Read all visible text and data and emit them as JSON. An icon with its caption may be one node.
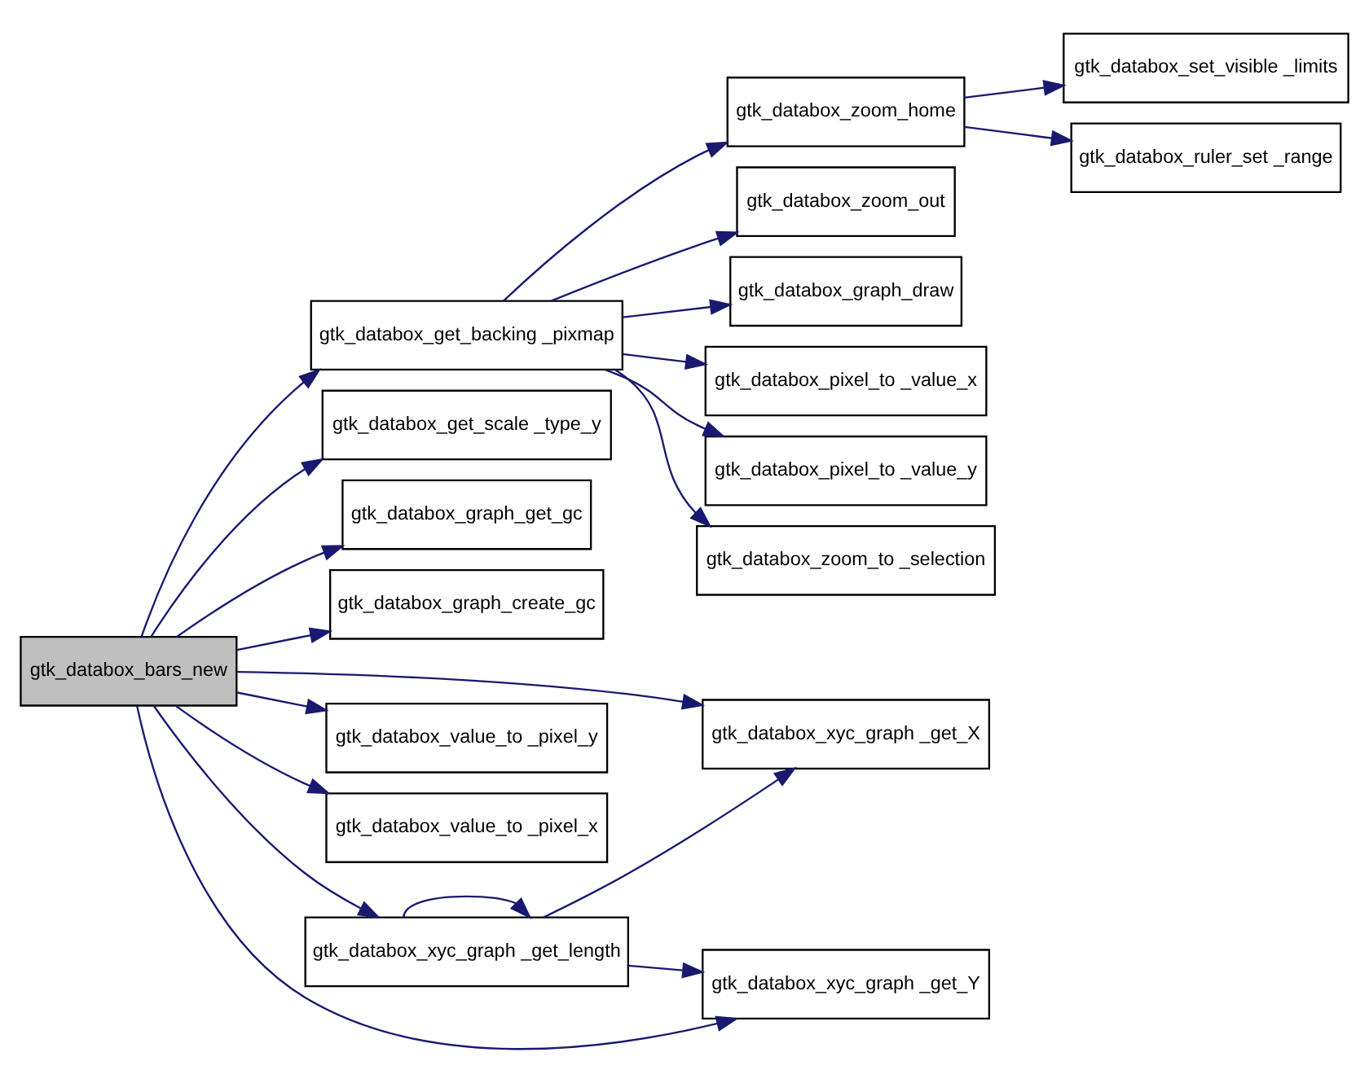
{
  "diagram": {
    "nodes": [
      {
        "text": [
          "gtk_databox_bars_new"
        ]
      },
      {
        "text": [
          "gtk_databox_get_backing _pixmap"
        ]
      },
      {
        "text": [
          "gtk_databox_get_scale _type_y"
        ]
      },
      {
        "text": [
          "gtk_databox_graph_get_gc"
        ]
      },
      {
        "text": [
          "gtk_databox_graph_create_gc"
        ]
      },
      {
        "text": [
          "gtk_databox_xyc_graph _get_length"
        ]
      },
      {
        "text": [
          "gtk_databox_value_to _pixel_y"
        ]
      },
      {
        "text": [
          "gtk_databox_value_to _pixel_x"
        ]
      },
      {
        "text": [
          "gtk_databox_graph_draw"
        ]
      },
      {
        "text": [
          "gtk_databox_pixel_to _value_x"
        ]
      },
      {
        "text": [
          "gtk_databox_pixel_to _value_y"
        ]
      },
      {
        "text": [
          "gtk_databox_zoom_to _selection"
        ]
      },
      {
        "text": [
          "gtk_databox_zoom_home"
        ]
      },
      {
        "text": [
          "gtk_databox_zoom_out"
        ]
      },
      {
        "text": [
          "gtk_databox_xyc_graph _get_X"
        ]
      },
      {
        "text": [
          "gtk_databox_xyc_graph _get_Y"
        ]
      },
      {
        "text": [
          "gtk_databox_set_visible _limits"
        ]
      },
      {
        "text": [
          "gtk_databox_ruler_set _range"
        ]
      }
    ],
    "edges": [
      {
        "from": 0,
        "to": 1,
        "arrow": "to"
      },
      {
        "from": 0,
        "to": 2,
        "arrow": "to"
      },
      {
        "from": 0,
        "to": 3,
        "arrow": "to"
      },
      {
        "from": 0,
        "to": 4,
        "arrow": "to"
      },
      {
        "from": 0,
        "to": 14,
        "arrow": "to"
      },
      {
        "from": 0,
        "to": 5,
        "arrow": "to"
      },
      {
        "from": 0,
        "to": 15,
        "arrow": "to"
      },
      {
        "from": 0,
        "to": 6,
        "arrow": "to"
      },
      {
        "from": 0,
        "to": 7,
        "arrow": "to"
      },
      {
        "from": 1,
        "to": 8,
        "arrow": "to"
      },
      {
        "from": 1,
        "to": 9,
        "arrow": "to"
      },
      {
        "from": 1,
        "to": 10,
        "arrow": "to"
      },
      {
        "from": 1,
        "to": 11,
        "arrow": "to"
      },
      {
        "from": 1,
        "to": 12,
        "arrow": "to"
      },
      {
        "from": 1,
        "to": 13,
        "arrow": "to"
      },
      {
        "from": 12,
        "to": 16,
        "arrow": "to"
      },
      {
        "from": 12,
        "to": 17,
        "arrow": "to"
      },
      {
        "from": 5,
        "to": 5,
        "arrow": "to"
      },
      {
        "from": 5,
        "to": 14,
        "arrow": "to"
      },
      {
        "from": 5,
        "to": 15,
        "arrow": "to"
      }
    ]
  }
}
